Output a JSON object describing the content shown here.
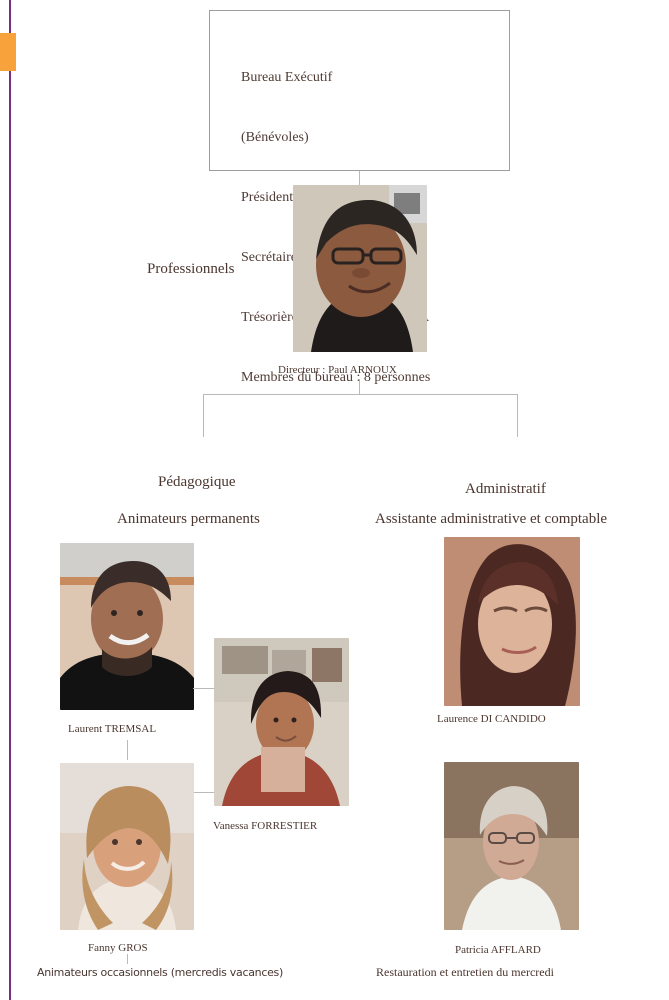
{
  "bureau": {
    "title": "Bureau Exécutif",
    "subtitle": "(Bénévoles)",
    "president": "Présidente : Micheline SERET",
    "secretary": "Secrétaire : Claudine ALLIER",
    "treasurer": "Trésorière : Joséphine MESSINA",
    "members": "Membres du bureau : 8 personnes"
  },
  "professionnels": {
    "label": "Professionnels",
    "director": "Directeur : Paul ARNOUX"
  },
  "pedagogique": {
    "title": "Pédagogique",
    "subtitle": "Animateurs permanents",
    "people": [
      "Laurent TREMSAL",
      "Vanessa FORRESTIER",
      "Fanny GROS"
    ],
    "occasional": "Animateurs occasionnels (mercredis vacances)"
  },
  "administratif": {
    "title": "Administratif",
    "subtitle": "Assistante administrative et comptable",
    "people": [
      "Laurence DI CANDIDO",
      "Patricia AFFLARD"
    ],
    "restaurant": "Restauration  et entretien du mercredi"
  },
  "colors": {
    "left_border": "#7b2d7e",
    "accent": "#f7a23a",
    "line": "#b9b9b9",
    "text": "#4b362f"
  }
}
